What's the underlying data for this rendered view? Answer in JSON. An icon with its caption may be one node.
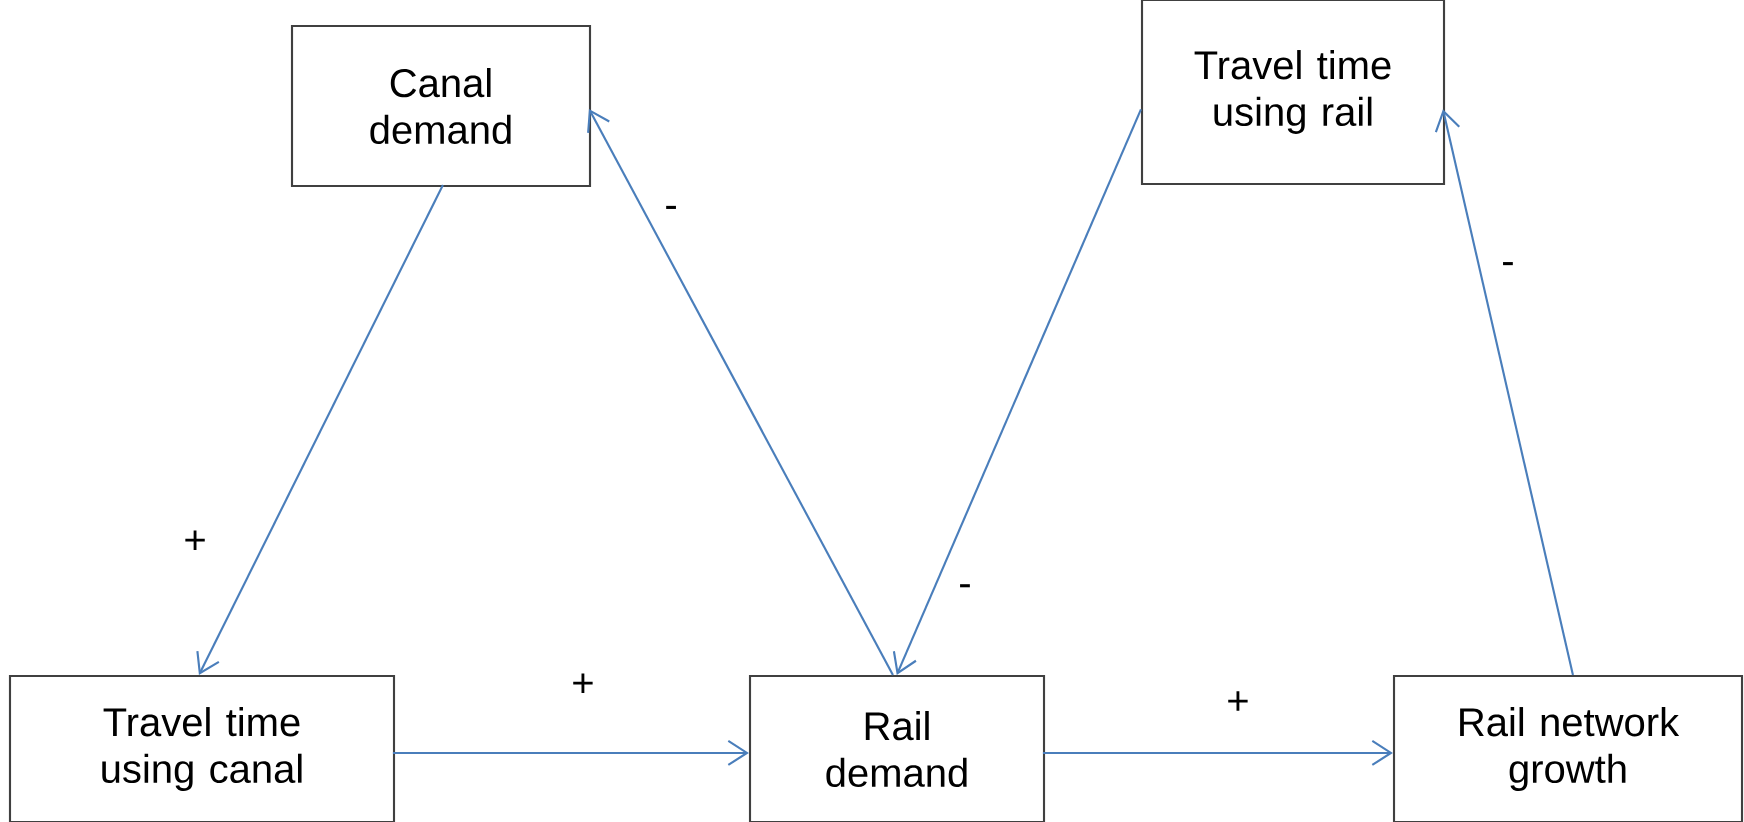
{
  "diagram": {
    "nodes": [
      {
        "text": [
          "Canal demand"
        ]
      },
      {
        "text": [
          "Travel time using rail"
        ]
      },
      {
        "text": [
          "Travel time using canal"
        ]
      },
      {
        "text": [
          "Rail demand"
        ]
      },
      {
        "text": [
          "Rail network growth"
        ]
      }
    ],
    "edges": [
      {
        "from": 0,
        "to": 2,
        "arrow": "to",
        "label": "+"
      },
      {
        "from": 3,
        "to": 0,
        "arrow": "to",
        "label": "-"
      },
      {
        "from": 1,
        "to": 3,
        "arrow": "to",
        "label": "-"
      },
      {
        "from": 4,
        "to": 1,
        "arrow": "to",
        "label": "-"
      },
      {
        "from": 2,
        "to": 3,
        "arrow": "to",
        "label": "+"
      },
      {
        "from": 3,
        "to": 4,
        "arrow": "to",
        "label": "+"
      }
    ]
  }
}
